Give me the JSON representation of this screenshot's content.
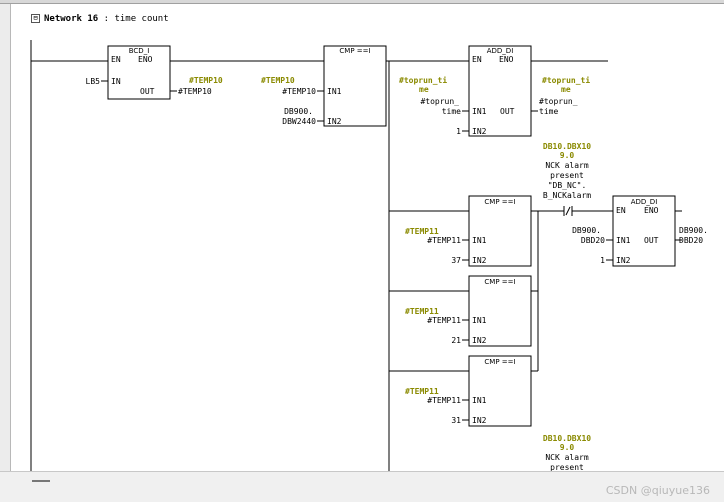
{
  "network": {
    "label": "Network 16",
    "separator": ":",
    "comment": "time count"
  },
  "rung1": {
    "bcd": {
      "title": "BCD_I",
      "en": "EN",
      "eno": "ENO",
      "in": "IN",
      "out": "OUT",
      "in_operand": "LB5",
      "out_operand": "#TEMP10",
      "out_symbol": "#TEMP10"
    },
    "cmp": {
      "title": "CMP ==I",
      "in1": "IN1",
      "in2": "IN2",
      "in1_symbol": "#TEMP10",
      "in1_operand": "#TEMP10",
      "in2_operand_line1": "DB900.",
      "in2_operand_line2": "DBW2440"
    },
    "add": {
      "title": "ADD_DI",
      "en": "EN",
      "eno": "ENO",
      "in1": "IN1",
      "in2": "IN2",
      "out": "OUT",
      "in1_symbol_line1": "#toprun_ti",
      "in1_symbol_line2": "me",
      "in1_operand_line1": "#toprun_",
      "in1_operand_line2": "time",
      "in2_operand": "1",
      "out_symbol_line1": "#toprun_ti",
      "out_symbol_line2": "me",
      "out_operand_line1": "#toprun_",
      "out_operand_line2": "time"
    }
  },
  "rung2": {
    "contact1": {
      "addr_line1": "DB10.DBX10",
      "addr_line2": "9.0",
      "desc_line1": "NCK alarm",
      "desc_line2": "present",
      "sym_line1": "\"DB_NC\".",
      "sym_line2": "B_NCKalarm"
    },
    "cmp_a": {
      "title": "CMP ==I",
      "in1": "IN1",
      "in2": "IN2",
      "in1_symbol": "#TEMP11",
      "in1_operand": "#TEMP11",
      "in2_operand": "37"
    },
    "cmp_b": {
      "title": "CMP ==I",
      "in1": "IN1",
      "in2": "IN2",
      "in1_symbol": "#TEMP11",
      "in1_operand": "#TEMP11",
      "in2_operand": "21"
    },
    "cmp_c": {
      "title": "CMP ==I",
      "in1": "IN1",
      "in2": "IN2",
      "in1_symbol": "#TEMP11",
      "in1_operand": "#TEMP11",
      "in2_operand": "31"
    },
    "add": {
      "title": "ADD_DI",
      "en": "EN",
      "eno": "ENO",
      "in1": "IN1",
      "in2": "IN2",
      "out": "OUT",
      "in1_operand_line1": "DB900.",
      "in1_operand_line2": "DBD20",
      "in2_operand": "1",
      "out_operand_line1": "DB900.",
      "out_operand_line2": "DBD20"
    },
    "contact2": {
      "addr_line1": "DB10.DBX10",
      "addr_line2": "9.0",
      "desc_line1": "NCK alarm",
      "desc_line2": "present"
    }
  },
  "watermark": "CSDN @qiuyue136"
}
